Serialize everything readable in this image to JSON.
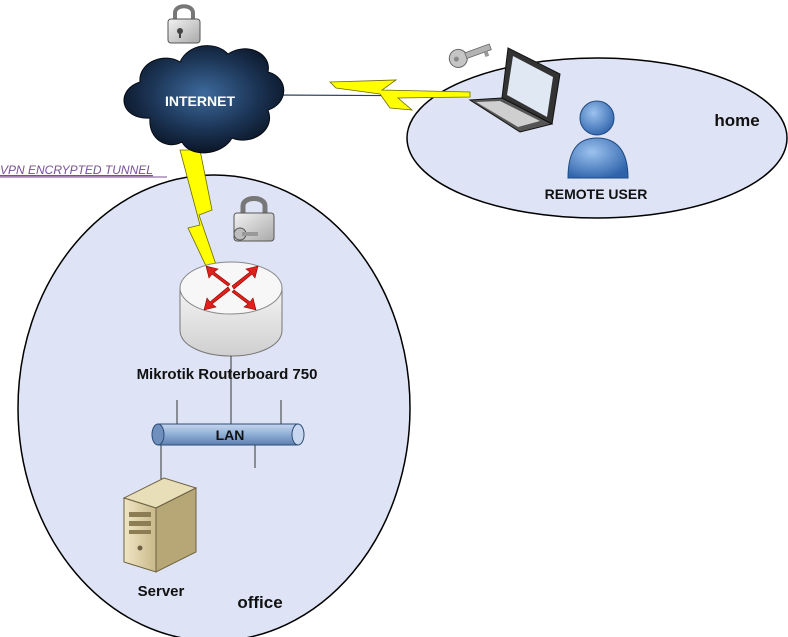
{
  "diagram": {
    "internet_label": "INTERNET",
    "tunnel_label": "VPN ENCRYPTED TUNNEL",
    "remote_user_label": "REMOTE USER",
    "home_label": "home",
    "router_label": "Mikrotik Routerboard 750",
    "lan_label": "LAN",
    "server_label": "Server",
    "office_label": "office"
  },
  "colors": {
    "zone_fill": "#dee4f5",
    "zone_stroke": "#000000",
    "cloud_dark": "#0e1d33",
    "cloud_mid": "#284a73",
    "bolt": "#ffff00",
    "lan_pipe": "#8faed6",
    "user_blue": "#4a83c9",
    "tunnel_link": "#7a4f95"
  },
  "icons": [
    "cloud-icon",
    "padlock-icon",
    "key-icon",
    "laptop-icon",
    "user-icon",
    "router-icon",
    "server-icon",
    "lightning-bolt-icon"
  ]
}
